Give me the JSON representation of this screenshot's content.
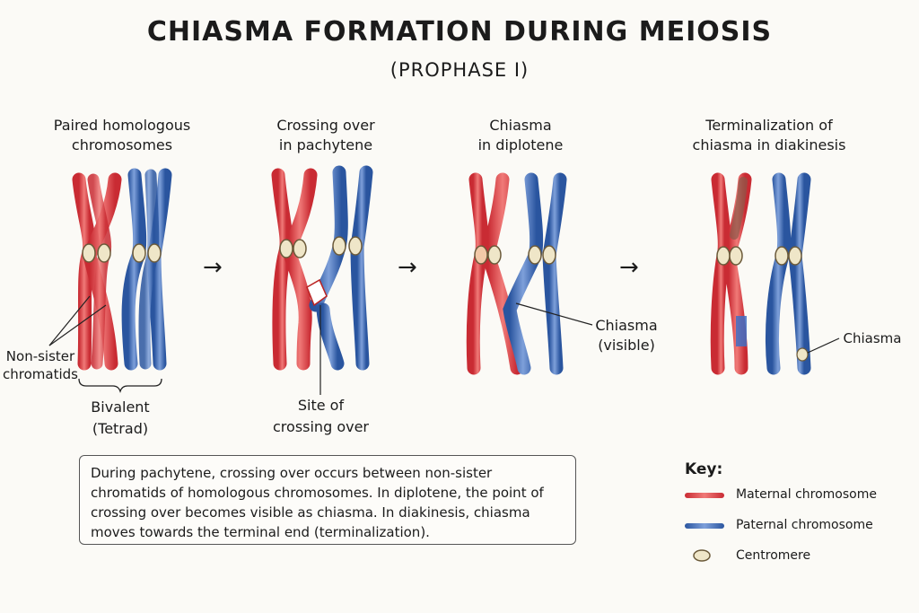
{
  "title": "CHIASMA FORMATION DURING MEIOSIS",
  "subtitle": "(PROPHASE I)",
  "stages": [
    {
      "label_line1": "Paired homologous",
      "label_line2": "chromosomes"
    },
    {
      "label_line1": "Crossing over",
      "label_line2": "in pachytene"
    },
    {
      "label_line1": "Chiasma",
      "label_line2": "in diplotene"
    },
    {
      "label_line1": "Terminalization of",
      "label_line2": "chiasma in diakinesis"
    }
  ],
  "annotations": {
    "non_sister_1": "Non-sister",
    "non_sister_2": "chromatids",
    "bivalent_1": "Bivalent",
    "bivalent_2": "(Tetrad)",
    "site_1": "Site of",
    "site_2": "crossing over",
    "chiasma_visible_1": "Chiasma",
    "chiasma_visible_2": "(visible)",
    "chiasma_terminal": "Chiasma"
  },
  "arrow_glyph": "→",
  "note_text": "During pachytene, crossing over occurs between non-sister chromatids of homologous chromosomes. In diplotene, the point of crossing over becomes visible as chiasma. In diakinesis, chiasma moves towards the terminal end (terminalization).",
  "key": {
    "title": "Key:",
    "maternal": "Maternal chromosome",
    "paternal": "Paternal chromosome",
    "centromere": "Centromere"
  },
  "colors": {
    "maternal": "#e0454a",
    "paternal": "#3f6fc4",
    "centromere": "#efe6c8"
  }
}
